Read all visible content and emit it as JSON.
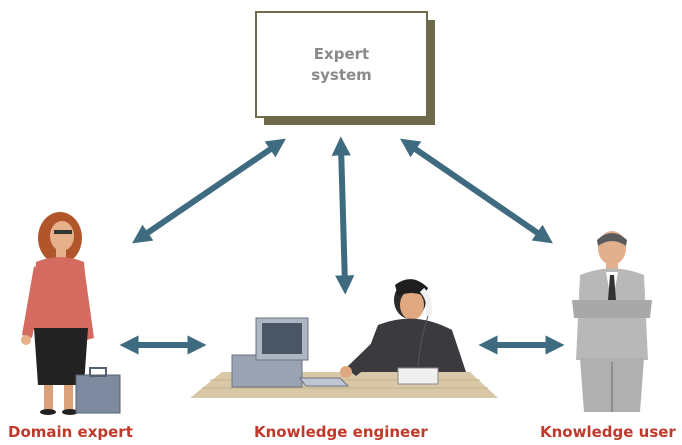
{
  "center_box": {
    "line1": "Expert",
    "line2": "system"
  },
  "roles": {
    "domain_expert": "Domain expert",
    "knowledge_engineer": "Knowledge engineer",
    "knowledge_user": "Knowledge user"
  },
  "colors": {
    "arrow": "#3e6b80",
    "box_border": "#6e6a4a",
    "box_shadow": "#6e6a4a",
    "caption": "#c0392b",
    "box_text": "#8a8a8a"
  },
  "icons": [
    "domain-expert-figure",
    "knowledge-engineer-figure",
    "knowledge-user-figure",
    "computer-icon",
    "telephone-icon"
  ]
}
